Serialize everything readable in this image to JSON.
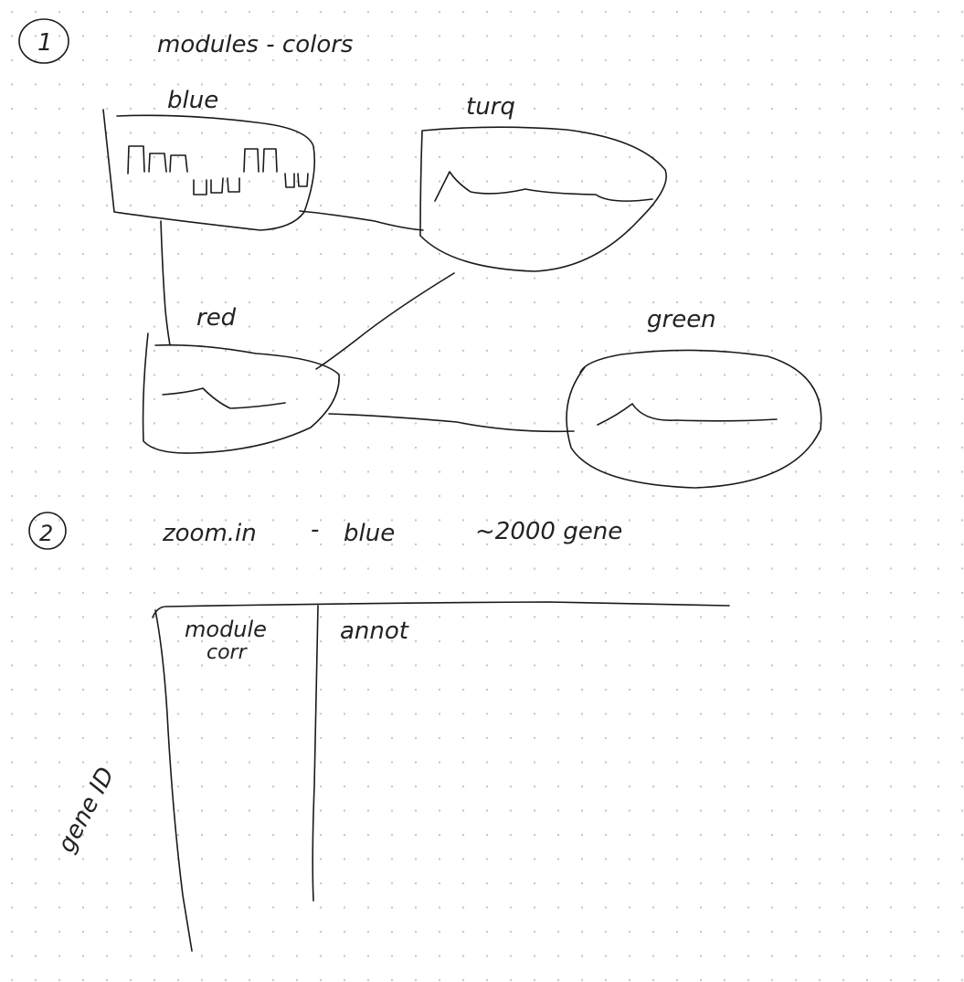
{
  "section1": {
    "number": "1",
    "title": "modules - colors",
    "modules": {
      "blue": "blue",
      "turq": "turq",
      "red": "red",
      "green": "green"
    }
  },
  "section2": {
    "number": "2",
    "title_parts": {
      "zoom": "zoom.in",
      "dash": "-",
      "module": "blue",
      "count": "~2000 gene"
    },
    "table": {
      "col1_line1": "module",
      "col1_line2": "corr",
      "col2": "annot",
      "row_axis": "gene ID"
    }
  },
  "colors": {
    "ink": "#1a1a1a",
    "dot": "#c8c8c8",
    "paper": "#ffffff"
  }
}
